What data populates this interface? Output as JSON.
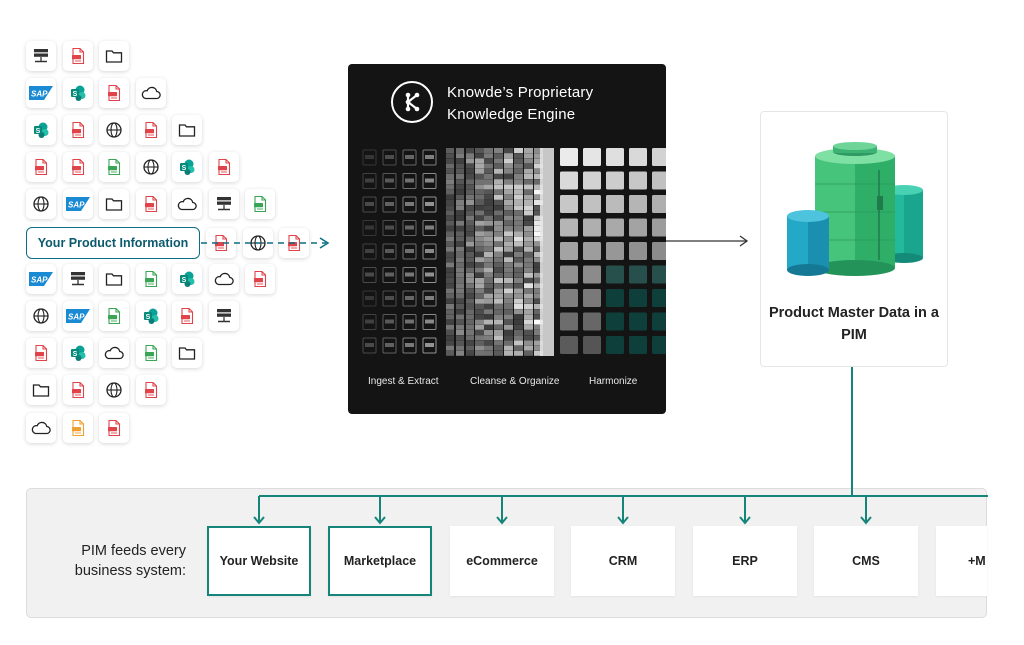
{
  "input": {
    "label": "Your Product Information",
    "rows": [
      [
        "server",
        "pdf",
        "folder"
      ],
      [
        "sap",
        "sharepoint",
        "pdf",
        "cloud"
      ],
      [
        "sharepoint",
        "pdf",
        "globe",
        "pdf",
        "folder"
      ],
      [
        "pdf",
        "pdf",
        "xls",
        "globe",
        "sharepoint",
        "pdf"
      ],
      [
        "globe",
        "sap",
        "folder",
        "pdf",
        "cloud",
        "server",
        "xls"
      ],
      [],
      [
        "sap",
        "server",
        "folder",
        "xls",
        "sharepoint",
        "cloud",
        "pdf"
      ],
      [
        "globe",
        "sap",
        "xls",
        "sharepoint",
        "pdf",
        "server"
      ],
      [
        "pdf",
        "sharepoint",
        "cloud",
        "xls",
        "folder"
      ],
      [
        "folder",
        "pdf",
        "globe",
        "pdf"
      ],
      [
        "cloud",
        "doc",
        "pdf"
      ]
    ],
    "inline_icons": [
      "pdf",
      "globe",
      "pdf"
    ]
  },
  "engine": {
    "title": "Knowde’s Proprietary Knowledge Engine",
    "stages": [
      "Ingest & Extract",
      "Cleanse & Organize",
      "Harmonize"
    ]
  },
  "pim": {
    "title": "Product Master Data in a PIM"
  },
  "feeds": {
    "label": "PIM feeds every business system:",
    "systems": [
      "Your Website",
      "Marketplace",
      "eCommerce",
      "CRM",
      "ERP",
      "CMS",
      "+M"
    ]
  },
  "colors": {
    "teal": "#15857a",
    "blue_outline": "#0b6e82",
    "engine_bg": "#141414",
    "pdf_red": "#e0444a",
    "xls_green": "#3aa655",
    "sap_blue": "#1a8ad4",
    "sharepoint_teal": "#068a7a",
    "doc_orange": "#f0a030"
  }
}
